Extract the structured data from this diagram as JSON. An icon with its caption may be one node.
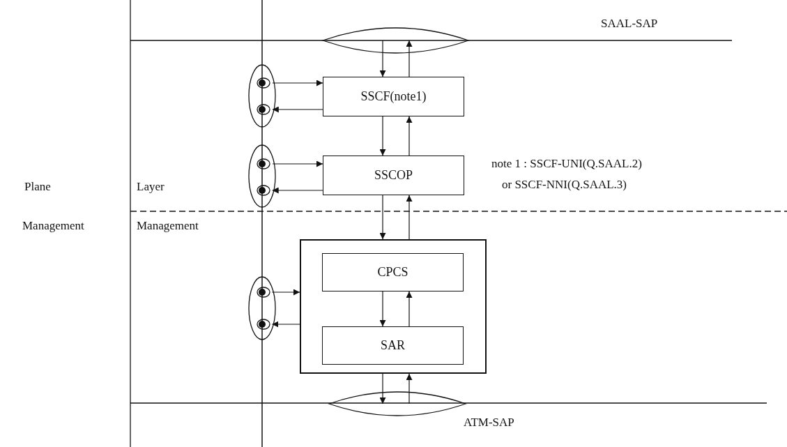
{
  "diagram": {
    "nodes": [
      {
        "text": [],
        "shape": "ellipse"
      },
      {
        "text": [
          "SSCF(note1)"
        ]
      },
      {
        "text": [
          "SSCOP"
        ]
      },
      {
        "text": [],
        "shape": "box"
      },
      {
        "text": [
          "CPCS"
        ],
        "in": 3
      },
      {
        "text": [
          "SAR"
        ],
        "in": 3
      },
      {
        "text": [],
        "shape": "ellipse"
      },
      {
        "text": [],
        "shape": "ellipse"
      },
      {
        "text": [],
        "shape": "ellipse"
      },
      {
        "text": [],
        "shape": "ellipse"
      }
    ],
    "edges": [
      {
        "from": 0,
        "to": 1,
        "arrow": "to"
      },
      {
        "from": 1,
        "to": 0,
        "arrow": "to"
      },
      {
        "from": 1,
        "to": 2,
        "arrow": "to"
      },
      {
        "from": 2,
        "to": 1,
        "arrow": "to"
      },
      {
        "from": 2,
        "to": 3,
        "arrow": "to"
      },
      {
        "from": 3,
        "to": 2,
        "arrow": "to"
      },
      {
        "from": 4,
        "to": 5,
        "arrow": "to"
      },
      {
        "from": 5,
        "to": 4,
        "arrow": "to"
      },
      {
        "from": 3,
        "to": 6,
        "arrow": "to"
      },
      {
        "from": 6,
        "to": 3,
        "arrow": "to"
      },
      {
        "from": 7,
        "to": 1,
        "arrow": "to"
      },
      {
        "from": 1,
        "to": 7,
        "arrow": "to"
      },
      {
        "from": 8,
        "to": 2,
        "arrow": "to"
      },
      {
        "from": 2,
        "to": 8,
        "arrow": "to"
      },
      {
        "from": 9,
        "to": 3,
        "arrow": "to"
      },
      {
        "from": 3,
        "to": 9,
        "arrow": "to"
      }
    ],
    "labels": [
      "SAAL-SAP",
      "note 1 : SSCF-UNI(Q.SAAL.2)",
      "or SSCF-NNI(Q.SAAL.3)",
      "Plane",
      "Layer",
      "Management",
      "Management",
      "ATM-SAP"
    ]
  }
}
